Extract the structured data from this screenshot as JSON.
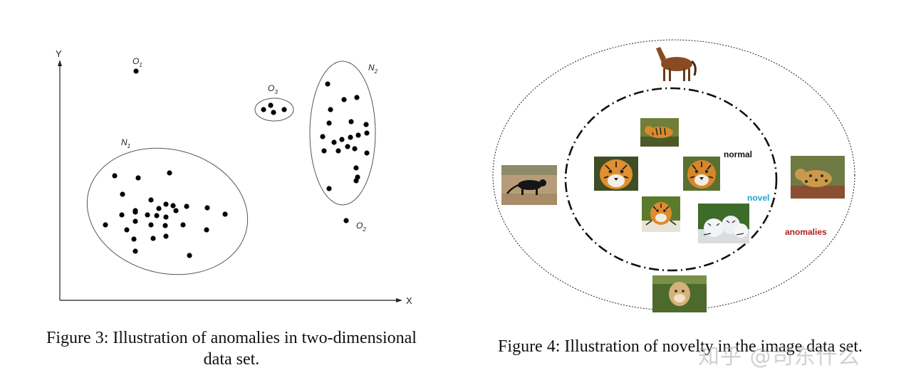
{
  "figure3": {
    "caption_line1": "Figure 3: Illustration of anomalies in two-dimensional",
    "caption_line2": "data set.",
    "axis_y": "Y",
    "axis_x": "X",
    "labels": {
      "o1": "O",
      "o1_sub": "1",
      "o2": "O",
      "o2_sub": "2",
      "o3": "O",
      "o3_sub": "3",
      "n1": "N",
      "n1_sub": "1",
      "n2": "N",
      "n2_sub": "2"
    }
  },
  "figure4": {
    "caption": "Figure 4: Illustration of novelty in the image data set.",
    "label_normal": "normal",
    "label_novel": "novel",
    "label_anomalies": "anomalies",
    "colors": {
      "normal": "#111111",
      "novel": "#1aa7d6",
      "anomalies": "#b01c1c"
    },
    "images": [
      "horse-image",
      "tiger-image",
      "tiger-face-image",
      "tiger-face-image",
      "tiger-image",
      "white-tiger-image",
      "black-panther-image",
      "leopard-image",
      "lioness-image"
    ]
  },
  "watermark": "知乎 @司东什么"
}
